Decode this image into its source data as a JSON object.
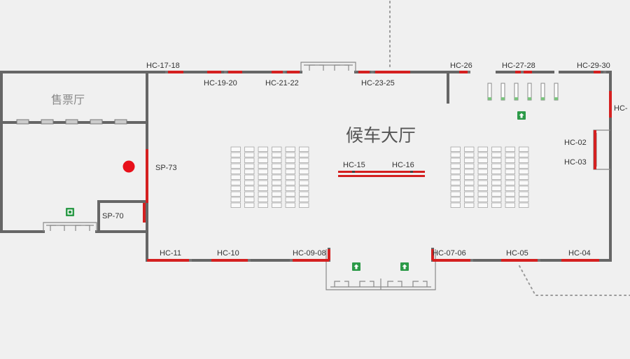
{
  "hall_title": "候车大厅",
  "ticket_hall_title": "售票厅",
  "labels": {
    "hc_17_18": "HC-17-18",
    "hc_19_20": "HC-19-20",
    "hc_21_22": "HC-21-22",
    "hc_23_25": "HC-23-25",
    "hc_26": "HC-26",
    "hc_27_28": "HC-27-28",
    "hc_29_30": "HC-29-30",
    "hc_01_partial": "HC-",
    "hc_02": "HC-02",
    "hc_03": "HC-03",
    "hc_15": "HC-15",
    "hc_16": "HC-16",
    "hc_11": "HC-11",
    "hc_10": "HC-10",
    "hc_09_08": "HC-09-08",
    "hc_07_06": "HC-07-06",
    "hc_05": "HC-05",
    "hc_04": "HC-04",
    "sp_73": "SP-73",
    "sp_70": "SP-70"
  },
  "icons": {
    "camera_marker": "red-dot-icon",
    "exit_sign": "emergency-exit-icon"
  },
  "colors": {
    "camera": "#e8101a",
    "wall": "#666666",
    "exit": "#2c9a48",
    "background": "#f0f0f0"
  }
}
